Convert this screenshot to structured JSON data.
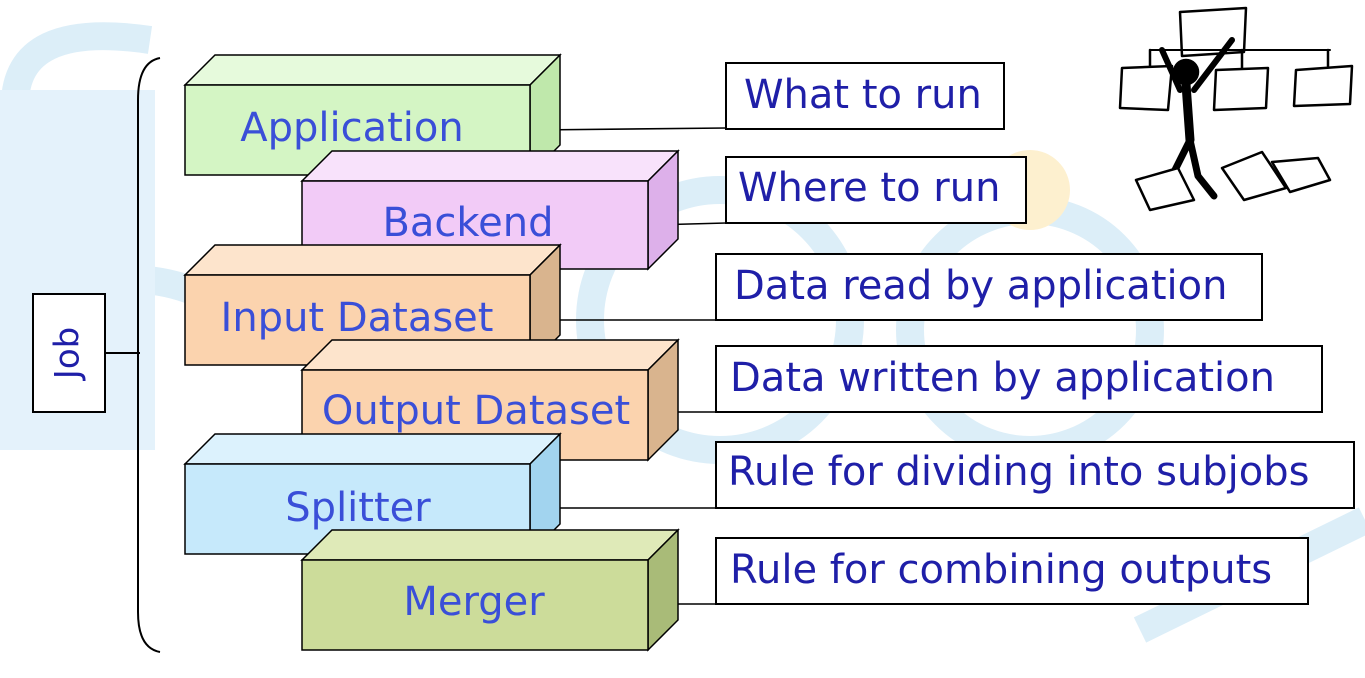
{
  "job": {
    "label": "Job"
  },
  "blocks": [
    {
      "label": "Application",
      "front": "#d4f5c4",
      "top": "#e6fadc",
      "side": "#bfe8ab"
    },
    {
      "label": "Backend",
      "front": "#f2cbf7",
      "top": "#f8e2fb",
      "side": "#ddb0ea"
    },
    {
      "label": "Input Dataset",
      "front": "#fbd3ae",
      "top": "#fde4cc",
      "side": "#d9b48e"
    },
    {
      "label": "Output Dataset",
      "front": "#fbd3ae",
      "top": "#fde4cc",
      "side": "#d9b48e"
    },
    {
      "label": "Splitter",
      "front": "#c6e9fb",
      "top": "#dcf2fd",
      "side": "#a2d4ef"
    },
    {
      "label": "Merger",
      "front": "#ccdc9a",
      "top": "#dfeab8",
      "side": "#a9bb78"
    }
  ],
  "descriptions": [
    "What to run",
    "Where to run",
    "Data read by application",
    "Data written by application",
    "Rule for dividing into subjobs",
    "Rule for combining outputs"
  ],
  "colors": {
    "block_text": "#3a4fd8",
    "description_text": "#1f1fa8",
    "watermark": "#dceef8"
  },
  "icons": {
    "clipart": "person-holding-papers-icon"
  }
}
